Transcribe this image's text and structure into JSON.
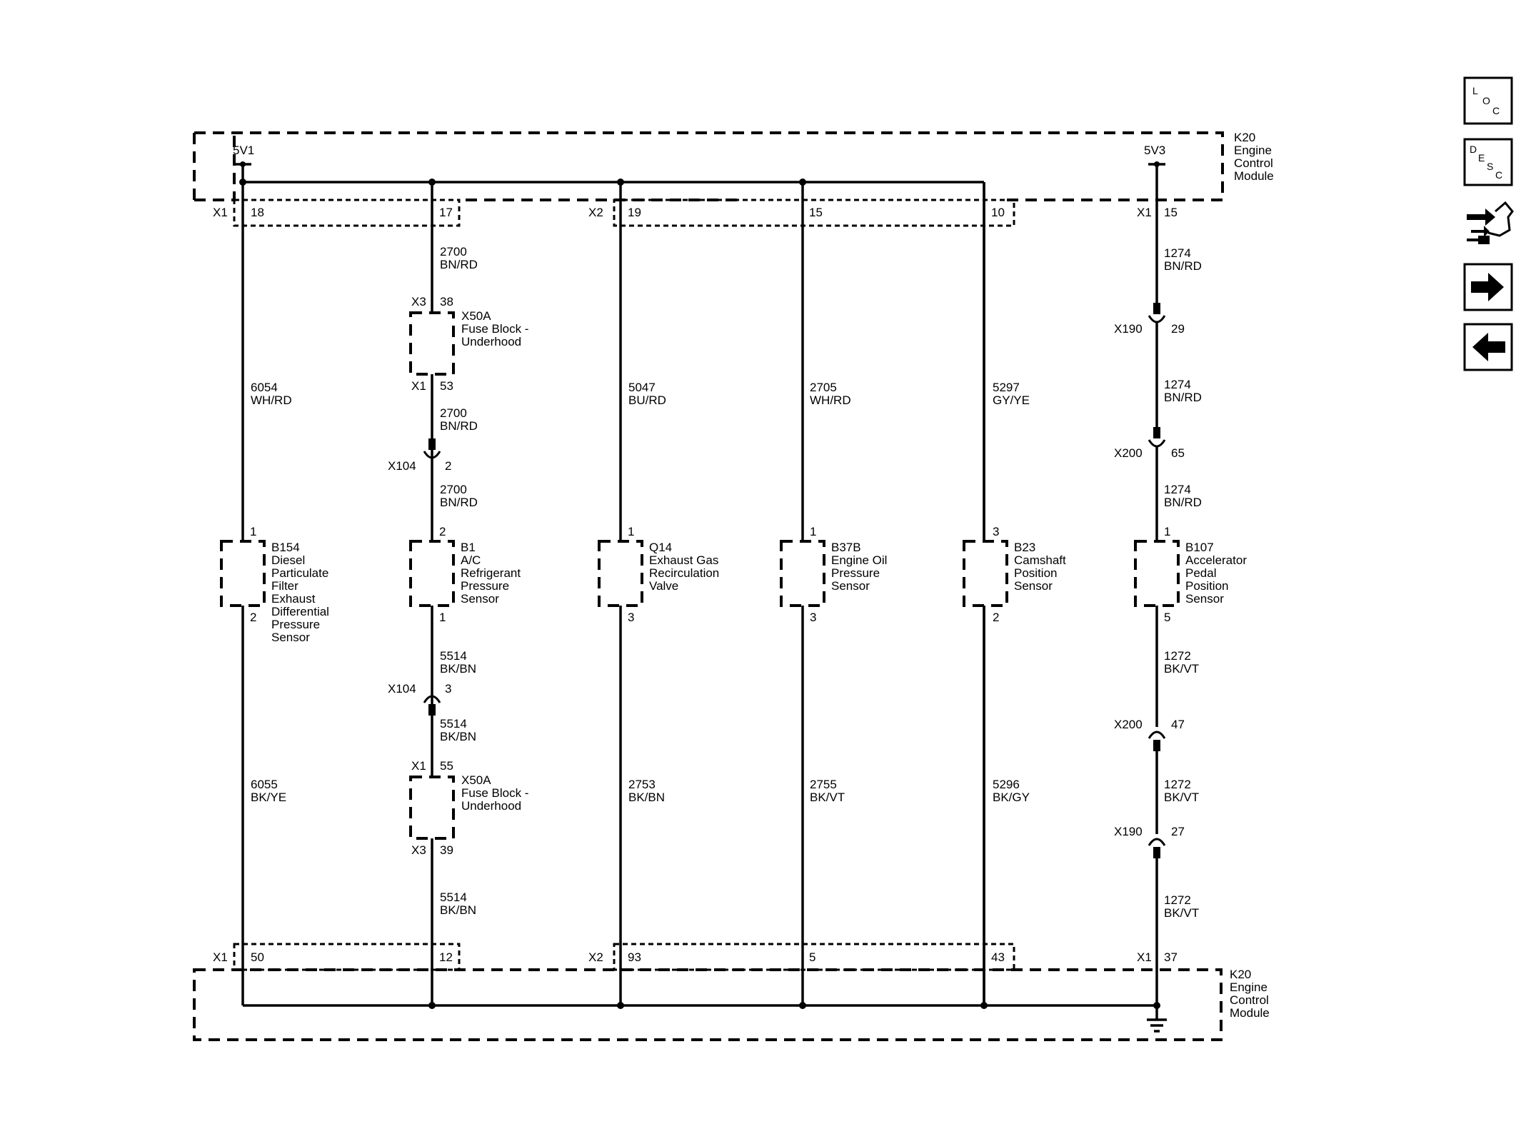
{
  "ecm_top": {
    "ref": "K20",
    "name": [
      "Engine",
      "Control",
      "Module"
    ]
  },
  "ecm_bottom": {
    "ref": "K20",
    "name": [
      "Engine",
      "Control",
      "Module"
    ]
  },
  "supplies": {
    "left": "5V1",
    "right": "5V3"
  },
  "top_pins": {
    "x1_left": "X1",
    "p18": "18",
    "p17": "17",
    "x2": "X2",
    "p19": "19",
    "p15": "15",
    "p10": "10",
    "x1_right": "X1",
    "p15r": "15"
  },
  "bottom_pins": {
    "x1_left": "X1",
    "p50": "50",
    "p12": "12",
    "x2": "X2",
    "p93": "93",
    "p5": "5",
    "p43": "43",
    "x1_right": "X1",
    "p37": "37"
  },
  "wires": {
    "w6054": [
      "6054",
      "WH/RD"
    ],
    "w6055": [
      "6055",
      "BK/YE"
    ],
    "w2700a": [
      "2700",
      "BN/RD"
    ],
    "w2700b": [
      "2700",
      "BN/RD"
    ],
    "w2700c": [
      "2700",
      "BN/RD"
    ],
    "w5514a": [
      "5514",
      "BK/BN"
    ],
    "w5514b": [
      "5514",
      "BK/BN"
    ],
    "w5514c": [
      "5514",
      "BK/BN"
    ],
    "w5047": [
      "5047",
      "BU/RD"
    ],
    "w2753": [
      "2753",
      "BK/BN"
    ],
    "w2705": [
      "2705",
      "WH/RD"
    ],
    "w2755": [
      "2755",
      "BK/VT"
    ],
    "w5297": [
      "5297",
      "GY/YE"
    ],
    "w5296": [
      "5296",
      "BK/GY"
    ],
    "w1274a": [
      "1274",
      "BN/RD"
    ],
    "w1274b": [
      "1274",
      "BN/RD"
    ],
    "w1274c": [
      "1274",
      "BN/RD"
    ],
    "w1272a": [
      "1272",
      "BK/VT"
    ],
    "w1272b": [
      "1272",
      "BK/VT"
    ],
    "w1272c": [
      "1272",
      "BK/VT"
    ]
  },
  "fuse_top": {
    "conn_top": "X3",
    "pin_top": "38",
    "conn_bot": "X1",
    "pin_bot": "53",
    "name": [
      "X50A",
      "Fuse Block -",
      "Underhood"
    ]
  },
  "fuse_bottom": {
    "conn_top": "X1",
    "pin_top": "55",
    "conn_bot": "X3",
    "pin_bot": "39",
    "name": [
      "X50A",
      "Fuse Block -",
      "Underhood"
    ]
  },
  "inline": {
    "x104a": {
      "conn": "X104",
      "pin": "2"
    },
    "x104b": {
      "conn": "X104",
      "pin": "3"
    },
    "x190a": {
      "conn": "X190",
      "pin": "29"
    },
    "x200a": {
      "conn": "X200",
      "pin": "65"
    },
    "x200b": {
      "conn": "X200",
      "pin": "47"
    },
    "x190b": {
      "conn": "X190",
      "pin": "27"
    }
  },
  "components": {
    "b154": {
      "pin_top": "1",
      "pin_bot": "2",
      "name": [
        "B154",
        "Diesel",
        "Particulate",
        "Filter",
        "Exhaust",
        "Differential",
        "Pressure",
        "Sensor"
      ]
    },
    "b1": {
      "pin_top": "2",
      "pin_bot": "1",
      "name": [
        "B1",
        "A/C",
        "Refrigerant",
        "Pressure",
        "Sensor"
      ]
    },
    "q14": {
      "pin_top": "1",
      "pin_bot": "3",
      "name": [
        "Q14",
        "Exhaust Gas",
        "Recirculation",
        "Valve"
      ]
    },
    "b37b": {
      "pin_top": "1",
      "pin_bot": "3",
      "name": [
        "B37B",
        "Engine Oil",
        "Pressure",
        "Sensor"
      ]
    },
    "b23": {
      "pin_top": "3",
      "pin_bot": "2",
      "name": [
        "B23",
        "Camshaft",
        "Position",
        "Sensor"
      ]
    },
    "b107": {
      "pin_top": "1",
      "pin_bot": "5",
      "name": [
        "B107",
        "Accelerator",
        "Pedal",
        "Position",
        "Sensor"
      ]
    }
  },
  "nav": {
    "loc": [
      "L",
      "O",
      "C"
    ],
    "desc": [
      "D",
      "E",
      "S",
      "C"
    ],
    "icons": [
      "connector-tool-icon",
      "next-arrow-icon",
      "previous-arrow-icon"
    ]
  }
}
